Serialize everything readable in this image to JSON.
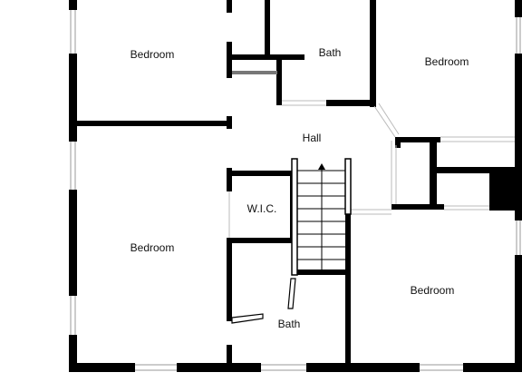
{
  "floor_plan": {
    "colors": {
      "wall": "#000000",
      "background": "#ffffff",
      "window_frame": "#999999",
      "opening": "#bbbbbb"
    },
    "rooms": {
      "bedroom_top_left": "Bedroom",
      "bath_top": "Bath",
      "bedroom_top_right": "Bedroom",
      "hall": "Hall",
      "walk_in_closet": "W.I.C.",
      "bedroom_left": "Bedroom",
      "bedroom_bottom_right": "Bedroom",
      "bath_bottom": "Bath"
    },
    "stair_direction_icon": "arrow-up-icon"
  }
}
